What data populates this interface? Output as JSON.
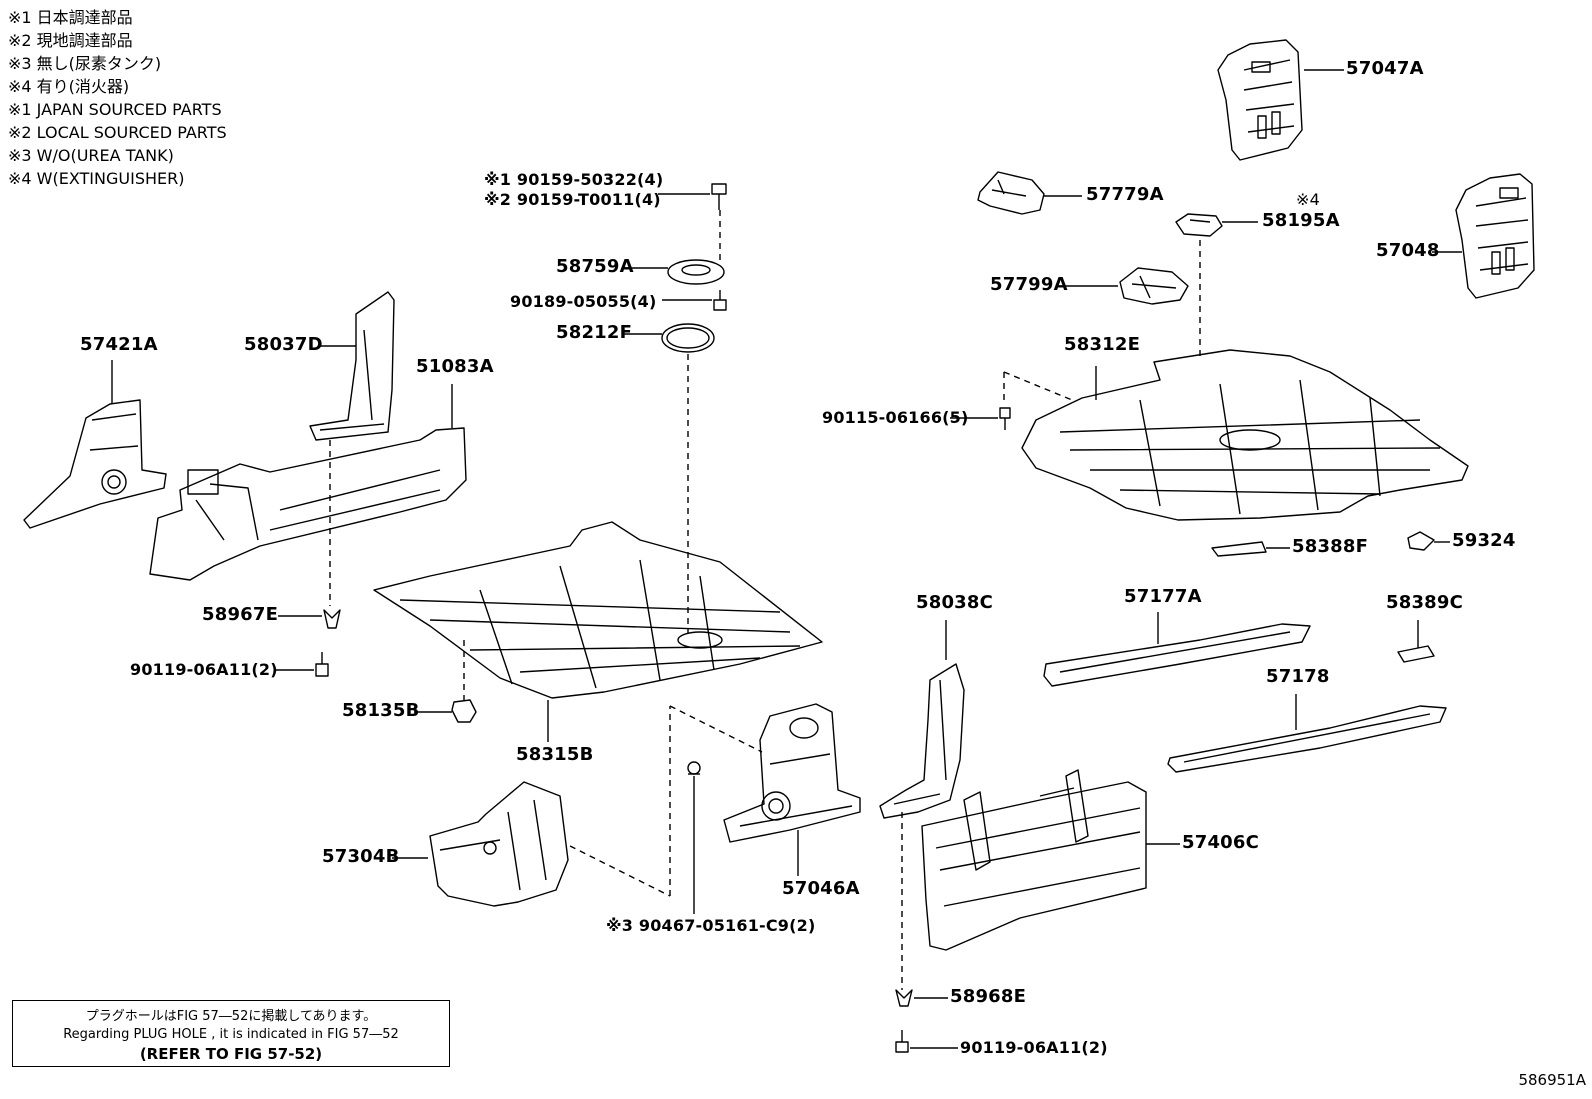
{
  "legend": [
    "※1 日本調達部品",
    "※2 現地調達部品",
    "※3 無し(尿素タンク)",
    "※4 有り(消火器)",
    "※1 JAPAN SOURCED PARTS",
    "※2 LOCAL SOURCED PARTS",
    "※3 W/O(UREA TANK)",
    "※4 W(EXTINGUISHER)"
  ],
  "parts": {
    "p57047A": "57047A",
    "p57779A": "57779A",
    "p58195A_note": "※4",
    "p58195A": "58195A",
    "p57048": "57048",
    "p57799A": "57799A",
    "p58312E": "58312E",
    "p90115": "90115-06166(5)",
    "p58388F": "58388F",
    "p59324": "59324",
    "p90159a": "※1 90159-50322(4)",
    "p90159b": "※2 90159-T0011(4)",
    "p58759A": "58759A",
    "p90189": "90189-05055(4)",
    "p58212F": "58212F",
    "p57421A": "57421A",
    "p58037D": "58037D",
    "p51083A": "51083A",
    "p58967E": "58967E",
    "p90119a": "90119-06A11(2)",
    "p58135B": "58135B",
    "p58315B": "58315B",
    "p57304B": "57304B",
    "p57046A": "57046A",
    "p90467": "※3 90467-05161-C9(2)",
    "p58038C": "58038C",
    "p57177A": "57177A",
    "p58389C": "58389C",
    "p57178": "57178",
    "p57406C": "57406C",
    "p58968E": "58968E",
    "p90119b": "90119-06A11(2)"
  },
  "note": {
    "line1": "プラグホールはFIG 57―52に掲載してあります。",
    "line2": "Regarding PLUG HOLE , it is indicated in FIG 57―52",
    "line3": "(REFER TO FIG 57-52)"
  },
  "figure_id": "586951A"
}
